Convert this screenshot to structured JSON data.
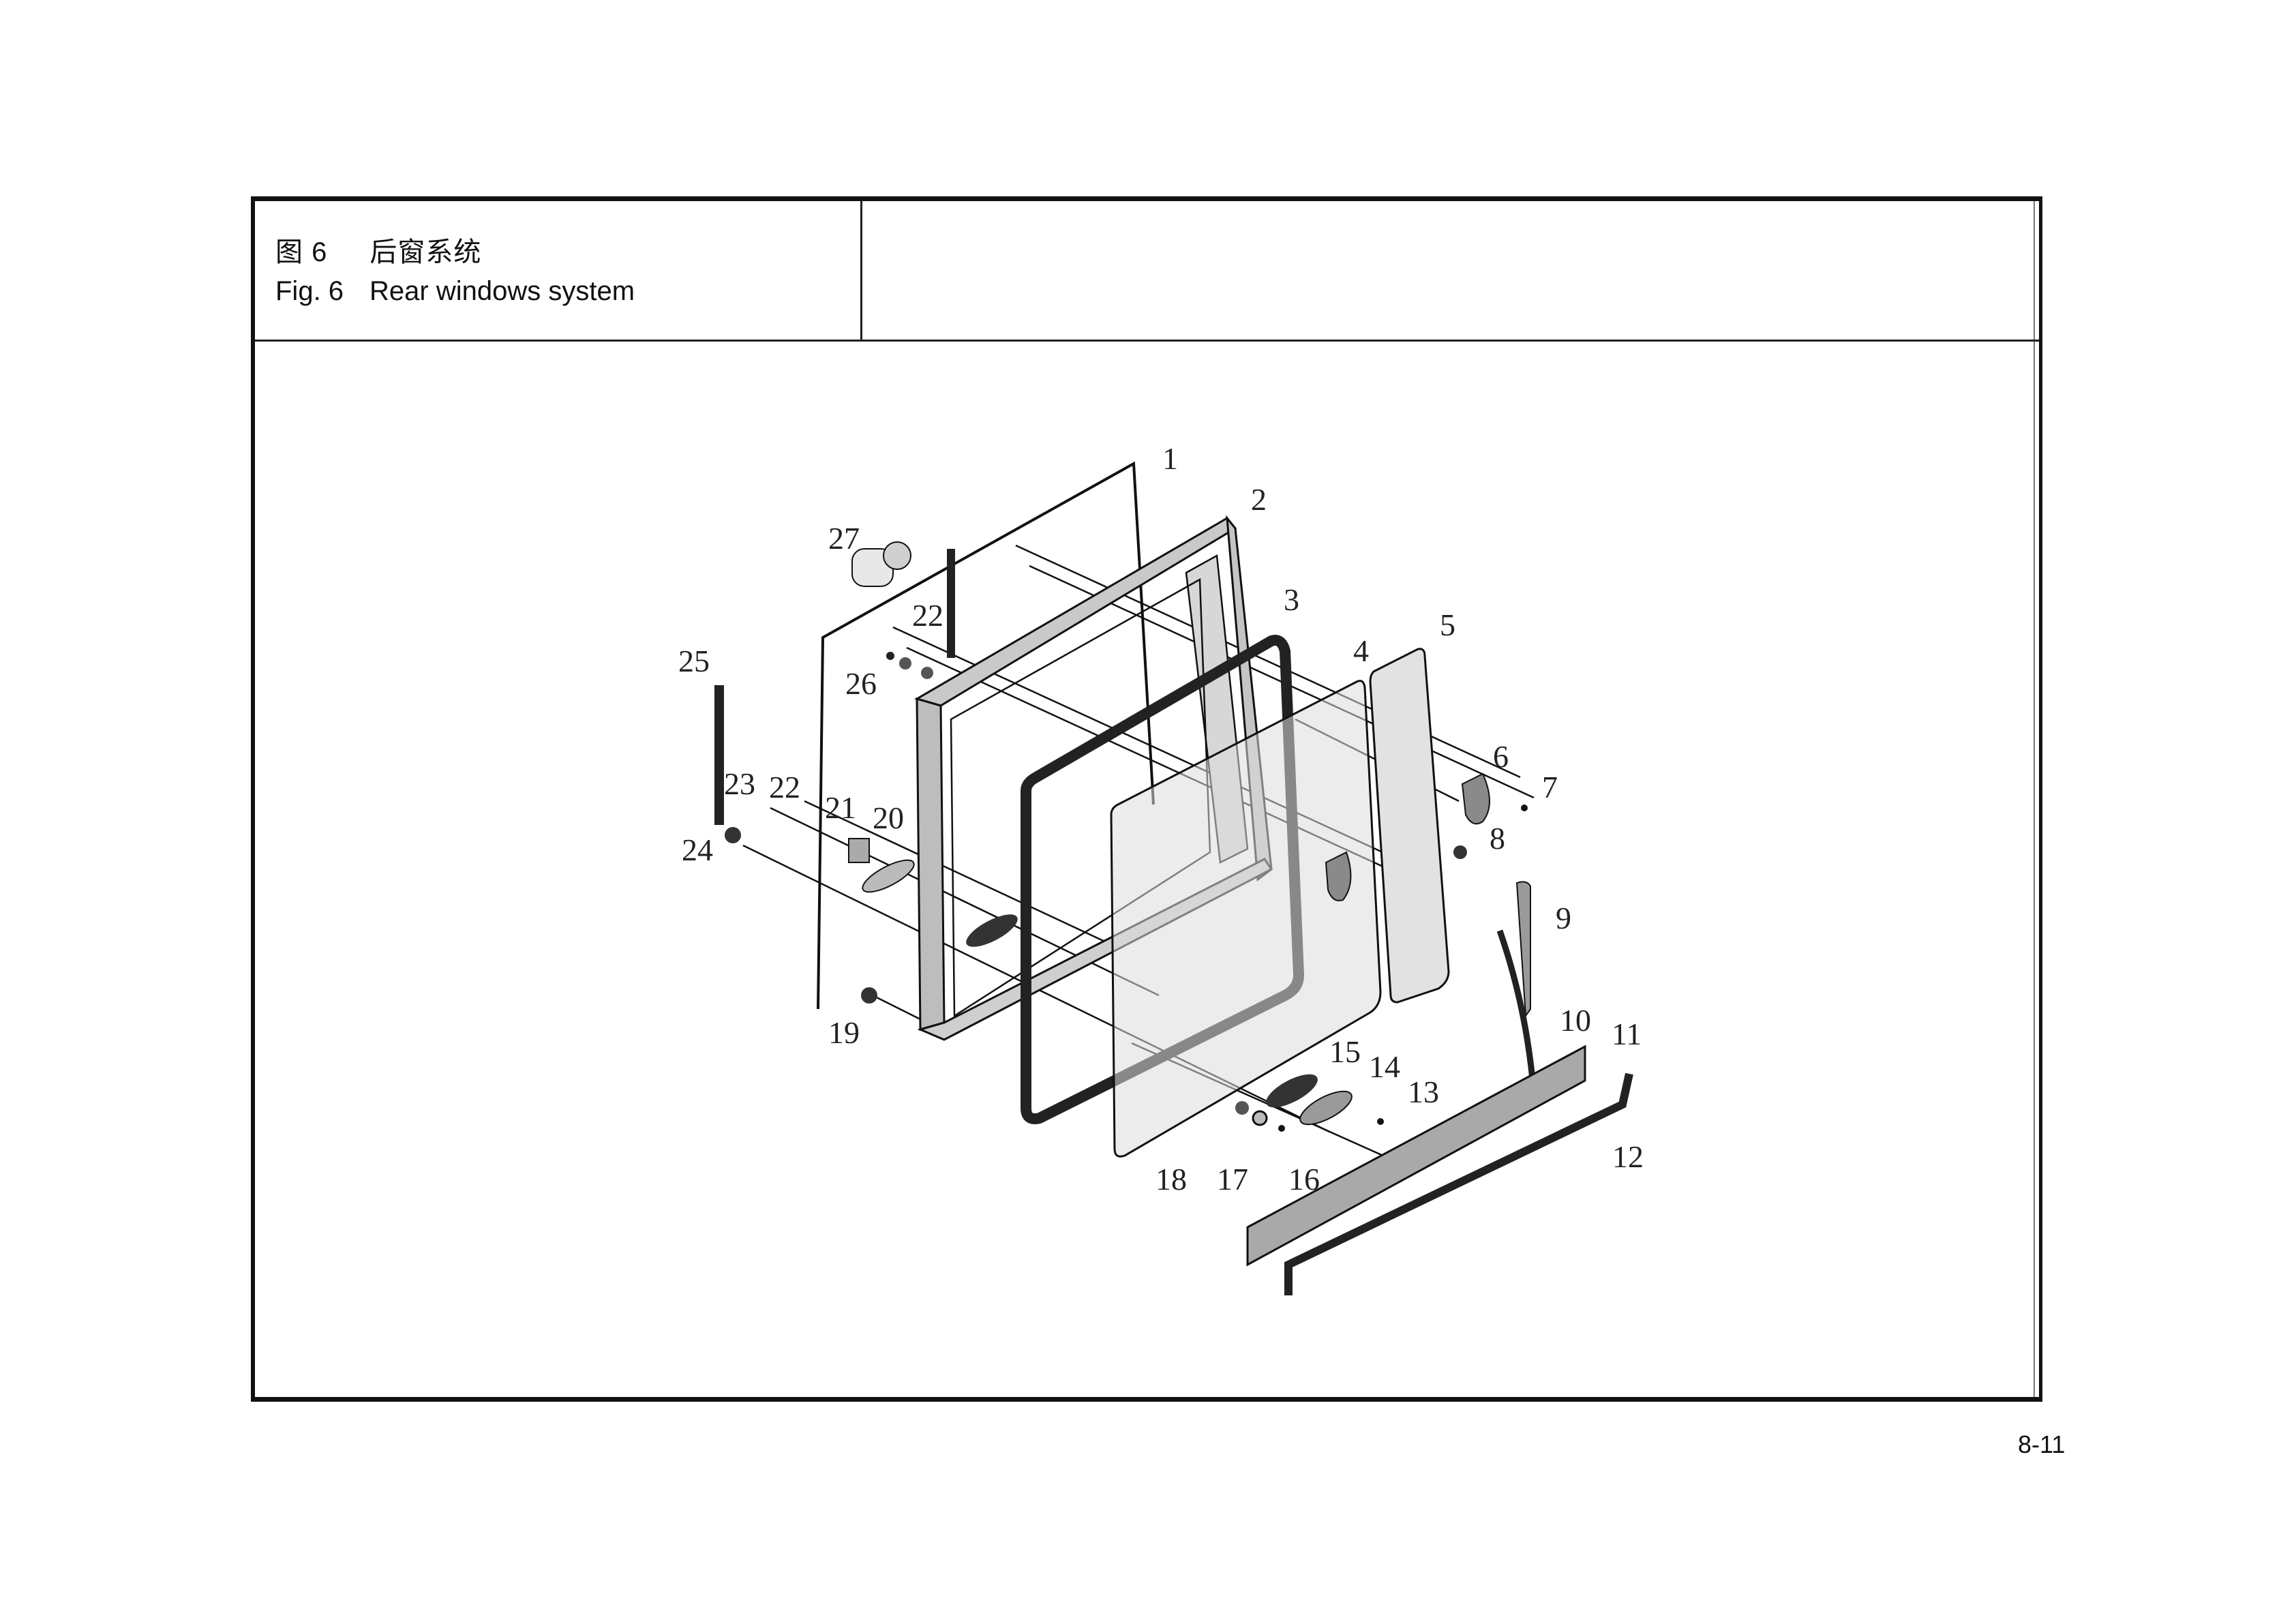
{
  "header": {
    "caption_cn_prefix": "图 6",
    "caption_cn_title": "后窗系统",
    "caption_en_prefix": "Fig. 6",
    "caption_en_title": "Rear windows system",
    "right_cell": ""
  },
  "diagram": {
    "type": "exploded-view parts diagram",
    "callouts": [
      {
        "id": "1",
        "label": "1"
      },
      {
        "id": "2",
        "label": "2"
      },
      {
        "id": "3",
        "label": "3"
      },
      {
        "id": "4",
        "label": "4"
      },
      {
        "id": "5",
        "label": "5"
      },
      {
        "id": "6",
        "label": "6"
      },
      {
        "id": "7",
        "label": "7"
      },
      {
        "id": "8",
        "label": "8"
      },
      {
        "id": "9",
        "label": "9"
      },
      {
        "id": "10",
        "label": "10"
      },
      {
        "id": "11",
        "label": "11"
      },
      {
        "id": "12",
        "label": "12"
      },
      {
        "id": "13",
        "label": "13"
      },
      {
        "id": "14",
        "label": "14"
      },
      {
        "id": "15",
        "label": "15"
      },
      {
        "id": "16",
        "label": "16"
      },
      {
        "id": "17",
        "label": "17"
      },
      {
        "id": "18",
        "label": "18"
      },
      {
        "id": "19",
        "label": "19"
      },
      {
        "id": "20",
        "label": "20"
      },
      {
        "id": "21",
        "label": "21"
      },
      {
        "id": "22a",
        "label": "22"
      },
      {
        "id": "22b",
        "label": "22"
      },
      {
        "id": "23",
        "label": "23"
      },
      {
        "id": "24",
        "label": "24"
      },
      {
        "id": "25",
        "label": "25"
      },
      {
        "id": "26",
        "label": "26"
      },
      {
        "id": "27",
        "label": "27"
      }
    ]
  },
  "footer": {
    "page_number": "8-11"
  }
}
